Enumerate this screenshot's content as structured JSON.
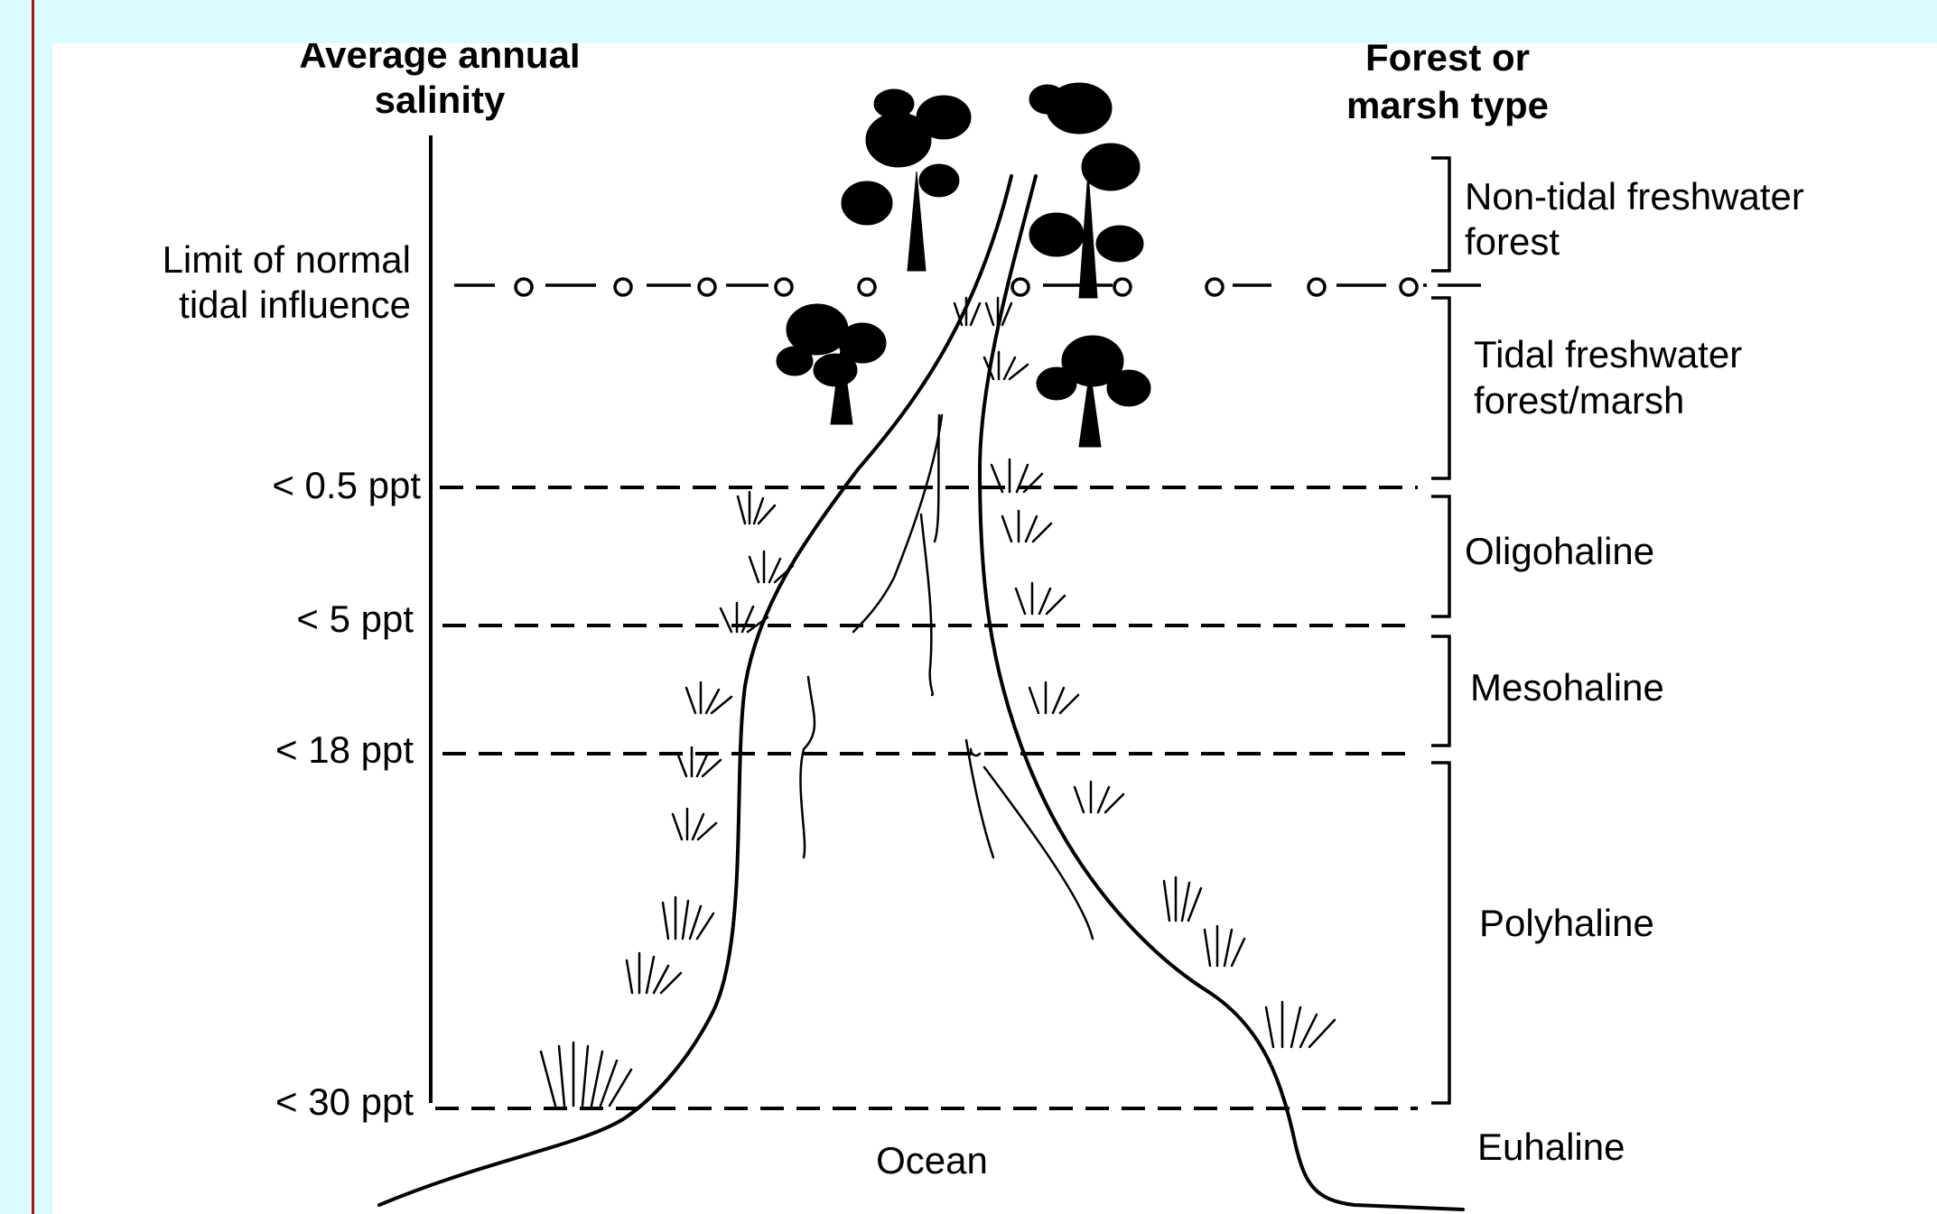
{
  "headers": {
    "salinity": [
      "Average annual",
      "salinity"
    ],
    "forest_type": [
      "Forest or",
      "marsh type"
    ]
  },
  "tidal_limit": [
    "Limit of normal",
    "tidal influence"
  ],
  "thresholds": [
    "< 0.5 ppt",
    "< 5 ppt",
    "< 18 ppt",
    "< 30 ppt"
  ],
  "zones": [
    [
      "Non-tidal freshwater",
      "forest"
    ],
    [
      "Tidal freshwater",
      "forest/marsh"
    ],
    [
      "Oligohaline"
    ],
    [
      "Mesohaline"
    ],
    [
      "Polyhaline"
    ],
    [
      "Euhaline"
    ]
  ],
  "ocean_label": "Ocean",
  "colors": {
    "background": "#dcfbfc",
    "panel": "#ffffff",
    "frame_rule": "#a8141c",
    "ink": "#000000"
  }
}
